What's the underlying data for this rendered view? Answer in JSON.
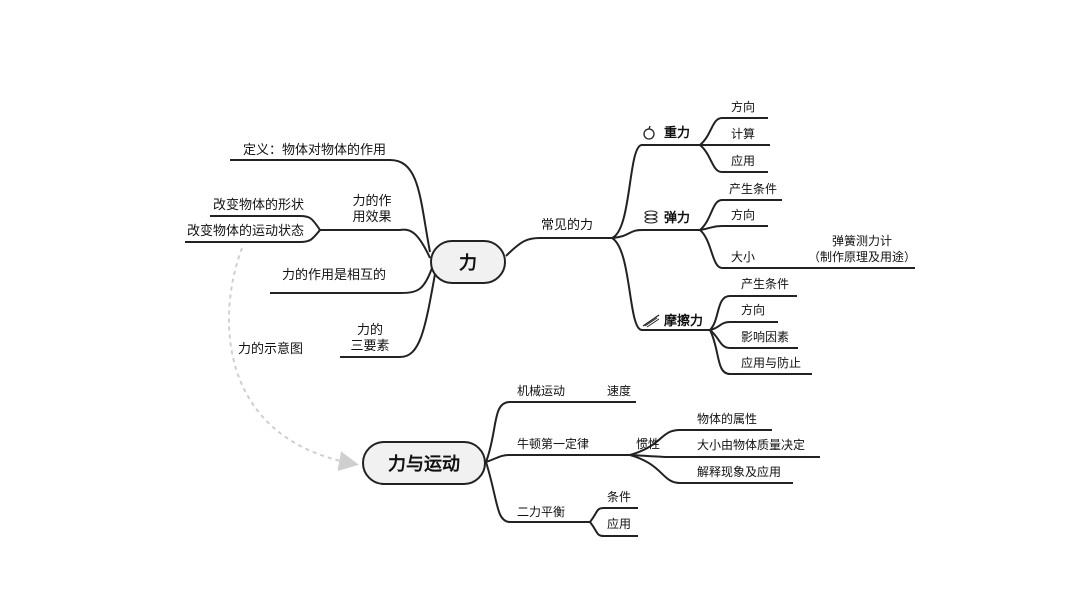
{
  "roots": {
    "force": "力",
    "force_motion": "力与运动"
  },
  "left": {
    "definition": "定义：物体对物体的作用",
    "effect_title_1": "力的作",
    "effect_title_2": "用效果",
    "effect_shape": "改变物体的形状",
    "effect_motion": "改变物体的运动状态",
    "mutual": "力的作用是相互的",
    "elements_title_1": "力的",
    "elements_title_2": "三要素",
    "diagram": "力的示意图"
  },
  "common": {
    "title": "常见的力",
    "gravity": {
      "label": "重力",
      "icon": "apple-icon",
      "children": [
        "方向",
        "计算",
        "应用"
      ]
    },
    "elastic": {
      "label": "弹力",
      "icon": "spring-icon",
      "children": [
        "产生条件",
        "方向",
        "大小"
      ],
      "size_note_1": "弹簧测力计",
      "size_note_2": "（制作原理及用途）"
    },
    "friction": {
      "label": "摩擦力",
      "icon": "brush-icon",
      "children": [
        "产生条件",
        "方向",
        "影响因素",
        "应用与防止"
      ]
    }
  },
  "motion": {
    "mechanical": "机械运动",
    "speed": "速度",
    "newton": "牛顿第一定律",
    "inertia": "惯性",
    "inertia_children": [
      "物体的属性",
      "大小由物体质量决定",
      "解释现象及应用"
    ],
    "balance": "二力平衡",
    "balance_children": [
      "条件",
      "应用"
    ]
  }
}
